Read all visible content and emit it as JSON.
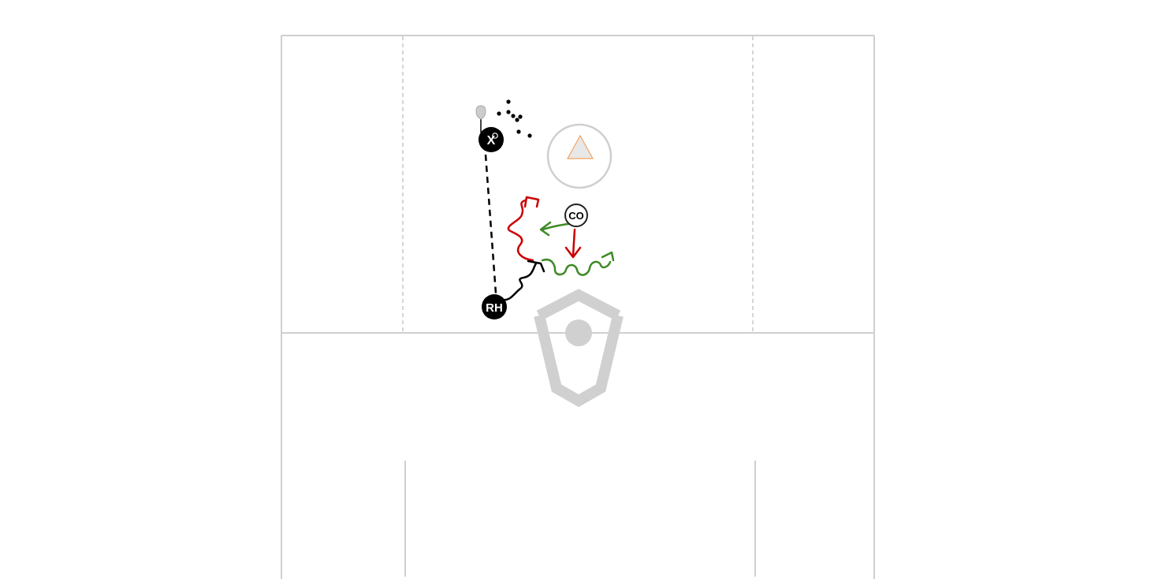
{
  "diagram": {
    "players": {
      "x": {
        "label": "X"
      },
      "rh": {
        "label": "RH"
      },
      "co": {
        "label": "CO"
      }
    },
    "colors": {
      "field_line": "#cfcfcf",
      "dashed_line": "#c8c8c8",
      "player_fill": "#000000",
      "player_text": "#ffffff",
      "coach_stroke": "#222222",
      "red_path": "#cc0000",
      "green_path": "#3e8a25",
      "black_path": "#000000",
      "cone": "#f5a25d",
      "watermark": "#d0d0d0"
    },
    "icons": {
      "stick": "lacrosse-stick-icon",
      "balls": "ball-pile-icon",
      "goal": "goal-crease-icon",
      "cone": "cone-icon",
      "watermark": "watermark-logo-icon"
    }
  }
}
